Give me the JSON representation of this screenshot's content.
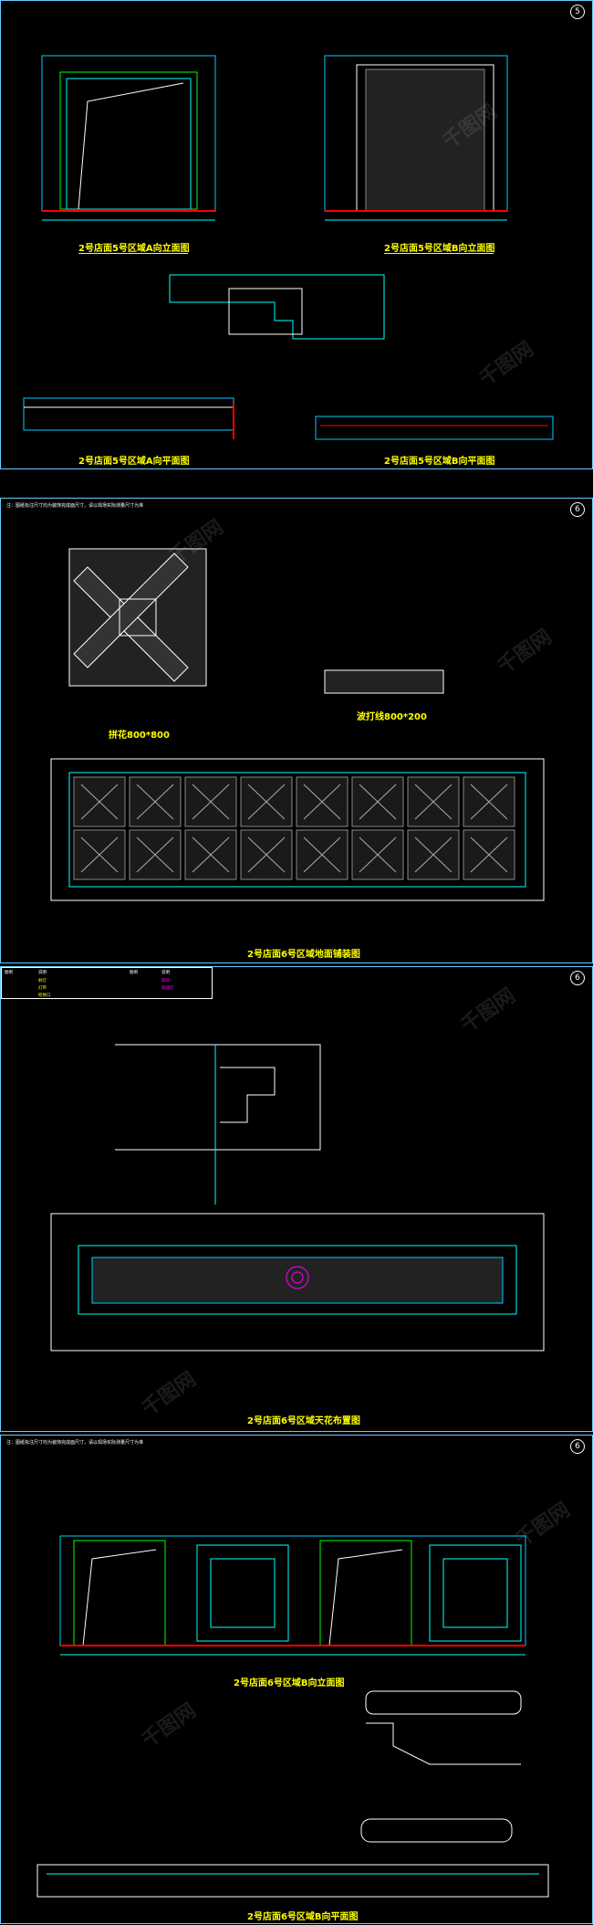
{
  "sheet1": {
    "circle": "5",
    "title_a": "2号店面5号区域A向立面图",
    "title_b": "2号店面5号区域B向立面图",
    "title_c": "2号店面5号区域A向平面图",
    "title_d": "2号店面5号区域B向平面图"
  },
  "sheet2": {
    "circle": "6",
    "note": "注：图纸标注尺寸均为装饰完成面尺寸，请以现场实际测量尺寸为准",
    "title_flower": "拼花800*800",
    "title_strip": "波打线800*200",
    "title_main": "2号店面6号区域地面铺装图"
  },
  "sheet3": {
    "circle": "6",
    "title_main": "2号店面6号区域天花布置图",
    "legend_header": [
      "图例",
      "说明",
      "图例",
      "说明"
    ],
    "legend_rows": [
      [
        "射灯",
        "筒灯"
      ],
      [
        "灯带",
        "吸顶灯"
      ],
      [
        "检修口",
        ""
      ]
    ]
  },
  "sheet4": {
    "circle": "6",
    "note": "注：图纸标注尺寸均为装饰完成面尺寸，请以现场实际测量尺寸为准",
    "title_elev": "2号店面6号区域B向立面图",
    "title_plan": "2号店面6号区域B向平面图"
  },
  "watermark": "千图网"
}
